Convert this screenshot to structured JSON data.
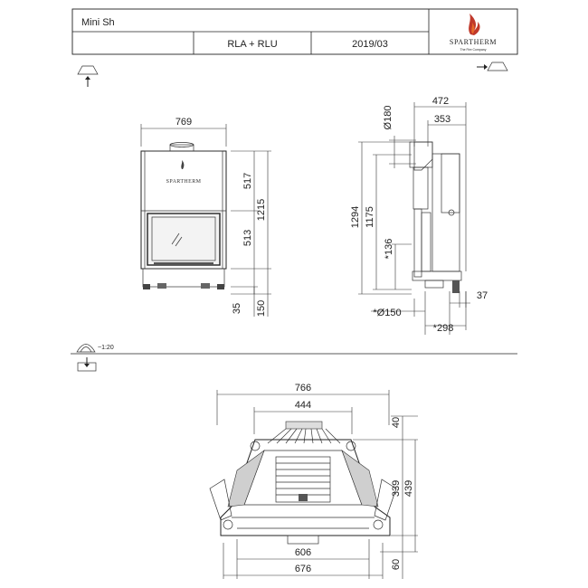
{
  "title_block": {
    "product": "Mini Sh",
    "variant": "RLA + RLU",
    "date": "2019/03",
    "brand": "SPARTHERM",
    "brand_tagline": "The Fire Company"
  },
  "badge": {
    "label": "SPARTHERM"
  },
  "scale": "~1:20",
  "front_view": {
    "width": "769",
    "upper": "517",
    "lower": "513",
    "total": "1215",
    "leg": "35",
    "base": "150"
  },
  "side_view": {
    "top_outer": "472",
    "top_inner": "353",
    "flue": "Ø180",
    "total": "1294",
    "mid": "1175",
    "flue_side": "*136",
    "depth_offset": "37",
    "inlet": "*Ø150",
    "inlet_pos": "*298"
  },
  "plan_view": {
    "outer_width": "766",
    "glass_width": "444",
    "top_depth": "40",
    "inner_depth": "339",
    "total_depth": "439",
    "base_width": "606",
    "base_outer": "676",
    "front_depth": "60"
  }
}
